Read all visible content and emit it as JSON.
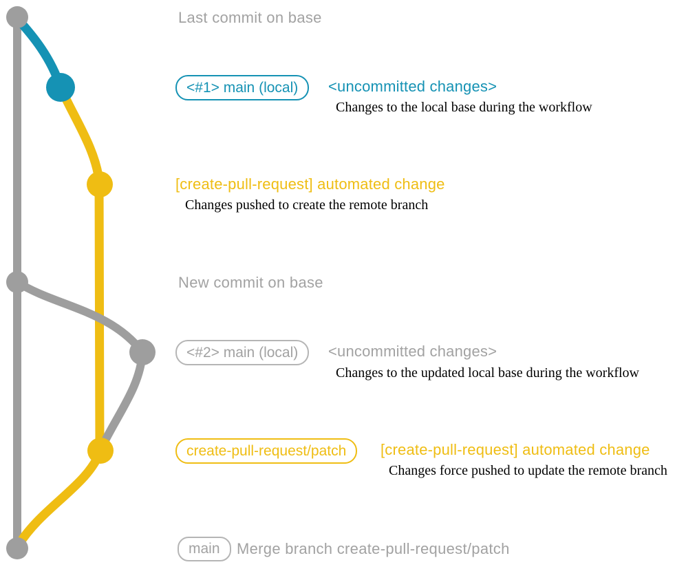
{
  "colors": {
    "gray": "#9e9e9e",
    "gray_text": "#a2a2a2",
    "blue": "#1592b4",
    "yellow": "#efbd13",
    "description_text": "#000000"
  },
  "diagram": {
    "top_caption": "Last commit on base",
    "step1": {
      "badge": "<#1> main (local)",
      "title": "<uncommitted changes>",
      "desc": "Changes to the local base during the workflow"
    },
    "step2": {
      "title": "[create-pull-request] automated change",
      "desc": "Changes pushed to create the remote branch"
    },
    "mid_caption": "New commit on base",
    "step3": {
      "badge": "<#2> main (local)",
      "title": "<uncommitted changes>",
      "desc": "Changes to the updated local base during the workflow"
    },
    "step4": {
      "badge": "create-pull-request/patch",
      "title": "[create-pull-request] automated change",
      "desc": "Changes force pushed to update the remote branch"
    },
    "merge": {
      "badge": "main",
      "caption": "Merge branch create-pull-request/patch"
    }
  }
}
